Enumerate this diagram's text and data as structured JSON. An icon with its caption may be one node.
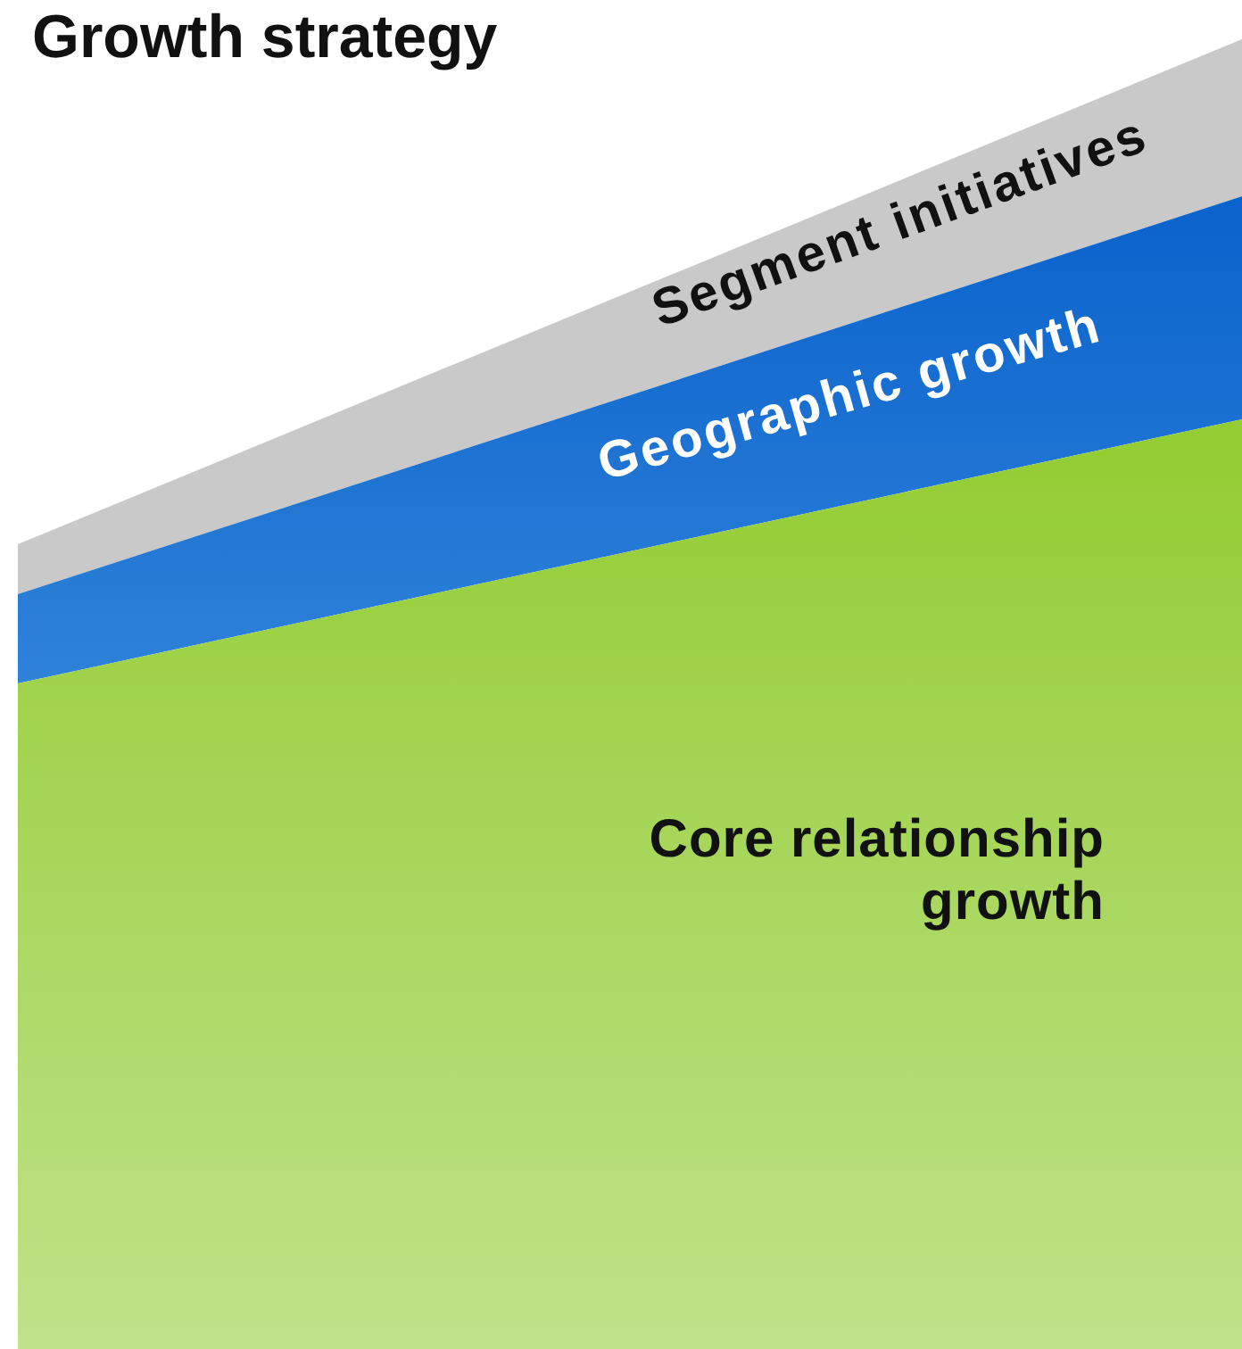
{
  "diagram": {
    "title": "Growth strategy",
    "nodes": [
      {
        "text": [
          "Segment initiatives"
        ]
      },
      {
        "text": [
          "Geographic growth"
        ]
      },
      {
        "text": [
          "Core relationship growth"
        ]
      }
    ]
  }
}
